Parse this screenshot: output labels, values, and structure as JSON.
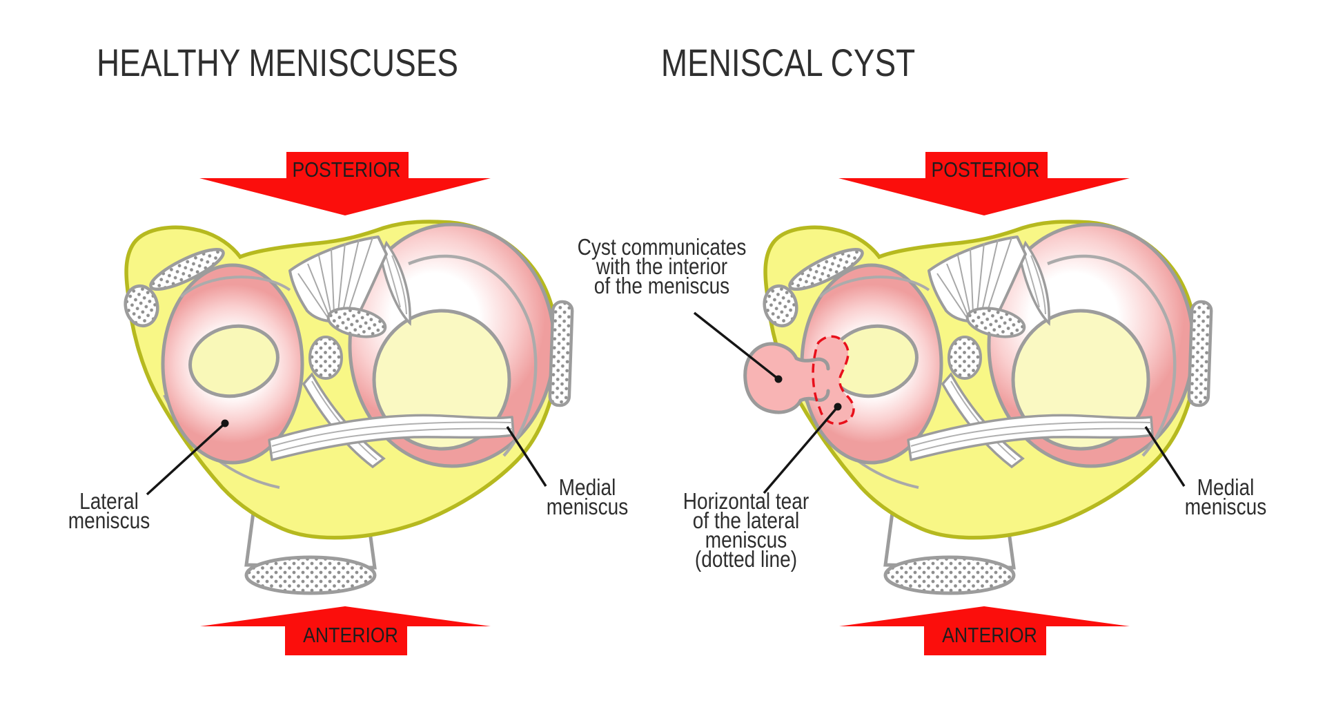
{
  "left_panel": {
    "title": "HEALTHY MENISCUSES",
    "arrow_top": "POSTERIOR",
    "arrow_bottom": "ANTERIOR",
    "label_lateral": [
      "Lateral",
      "meniscus"
    ],
    "label_medial": [
      "Medial",
      "meniscus"
    ]
  },
  "right_panel": {
    "title": "MENISCAL CYST",
    "arrow_top": "POSTERIOR",
    "arrow_bottom": "ANTERIOR",
    "label_cyst": [
      "Cyst communicates",
      "with the interior",
      "of the meniscus"
    ],
    "label_tear": [
      "Horizontal tear",
      "of the lateral",
      "meniscus",
      "(dotted line)"
    ],
    "label_medial": [
      "Medial",
      "meniscus"
    ]
  },
  "colors": {
    "arrow_red": "#FB0E0C",
    "plateau_yellow": "#F8F786",
    "plateau_outline_olive": "#B6B91F",
    "meniscus_pink_edge": "#EF9E9E",
    "inner_hole_yellow": "#F9F8B8",
    "outline_gray": "#9C9C9C",
    "cyst_pink": "#F8B4B4",
    "tear_dash_red": "#E8101B",
    "leader_black": "#151515",
    "text_dark": "#2E2E2E"
  }
}
